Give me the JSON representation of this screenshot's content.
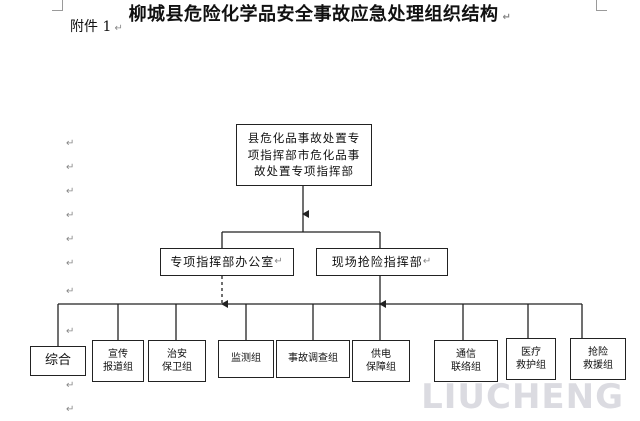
{
  "document": {
    "attachment_label": "附件 1",
    "title": "柳城县危险化学品安全事故应急处理组织结构"
  },
  "colors": {
    "line": "#222222",
    "mark": "#888888",
    "watermark": "#bebec8"
  },
  "org_chart": {
    "headquarters": {
      "lines": [
        "县危化品事故处置专",
        "项指挥部市危化品事",
        "故处置专项指挥部"
      ]
    },
    "office": {
      "label": "专项指挥部办公室"
    },
    "field_command": {
      "label": "现场抢险指挥部"
    },
    "groups": [
      {
        "lines": [
          "综合"
        ]
      },
      {
        "lines": [
          "宣传",
          "报道组"
        ]
      },
      {
        "lines": [
          "治安",
          "保卫组"
        ]
      },
      {
        "lines": [
          "监测组"
        ]
      },
      {
        "lines": [
          "事故调查组"
        ]
      },
      {
        "lines": [
          "供电",
          "保障组"
        ]
      },
      {
        "lines": [
          "通信",
          "联络组"
        ]
      },
      {
        "lines": [
          "医疗",
          "救护组"
        ]
      },
      {
        "lines": [
          "抢险",
          "救援组"
        ]
      }
    ]
  },
  "watermark": "LIUCHENG"
}
